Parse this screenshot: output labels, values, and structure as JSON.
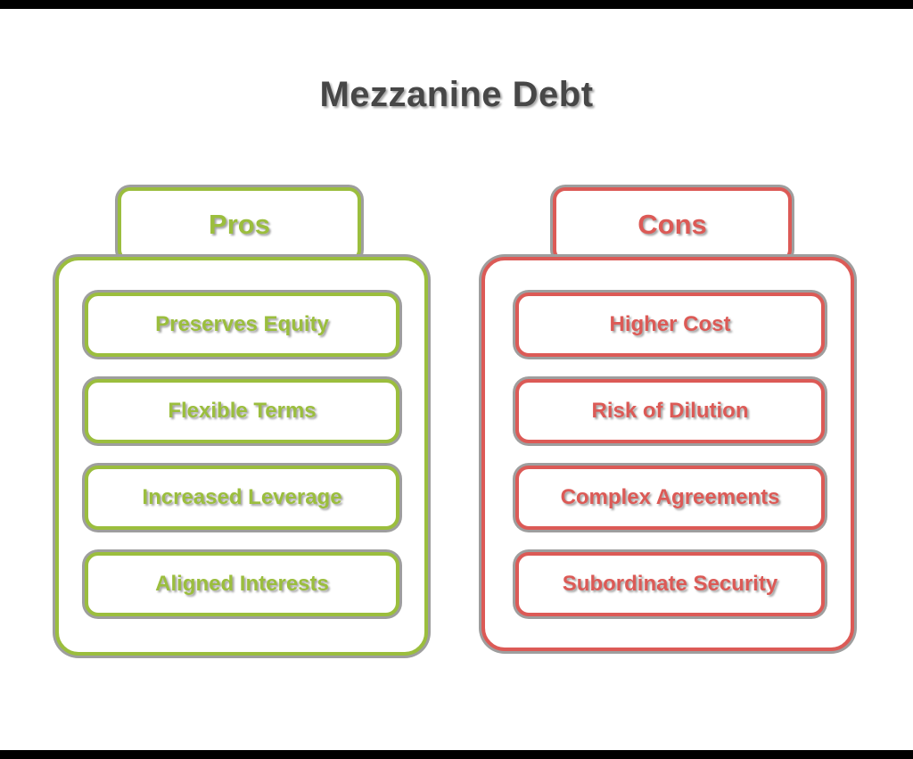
{
  "title": "Mezzanine Debt",
  "columns": [
    {
      "id": "pros",
      "label": "Pros",
      "color": "#9bbe3d",
      "items": [
        "Preserves Equity",
        "Flexible Terms",
        "Increased Leverage",
        "Aligned Interests"
      ]
    },
    {
      "id": "cons",
      "label": "Cons",
      "color": "#dc5a56",
      "items": [
        "Higher Cost",
        "Risk of Dilution",
        "Complex Agreements",
        "Subordinate Security"
      ]
    }
  ],
  "colors": {
    "pros_accent": "#9bbe3d",
    "cons_accent": "#dc5a56",
    "title_text": "#474747",
    "outline_shadow": "#9e9e9e",
    "background": "#ffffff",
    "letterbox_bars": "#000000"
  }
}
